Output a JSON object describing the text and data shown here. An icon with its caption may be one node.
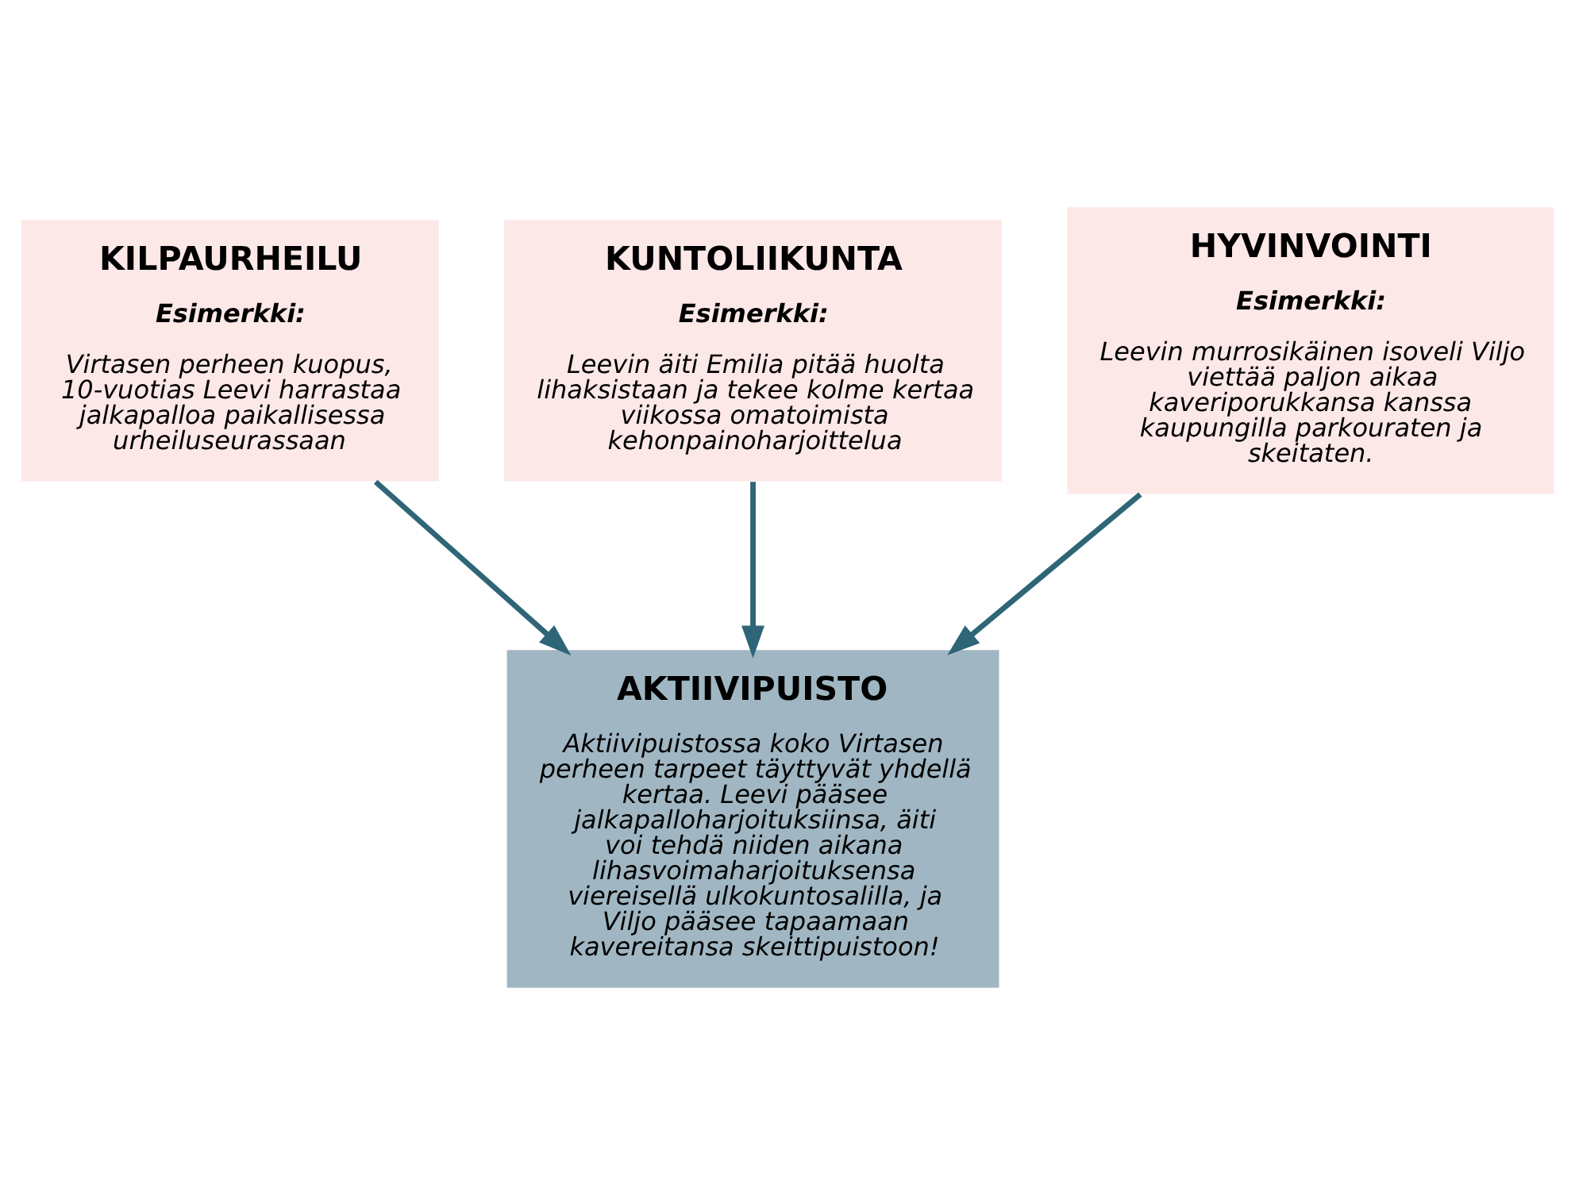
{
  "diagram": {
    "nodes": [
      {
        "text": [
          "KILPAURHEILU",
          "Esimerkki:",
          "Virtasen perheen kuopus, 10-vuotias Leevi harrastaa jalkapalloa paikallisessa urheiluseurassaan"
        ]
      },
      {
        "text": [
          "KUNTOLIIKUNTA",
          "Esimerkki:",
          "Leevin äiti Emilia pitää huolta lihaksistaan ja tekee kolme kertaa viikossa omatoimista kehonpainoharjoittelua"
        ]
      },
      {
        "text": [
          "HYVINVOINTI",
          "Esimerkki:",
          "Leevin murrosikäinen isoveli Viljo viettää paljon aikaa kaveriporukkansa kanssa kaupungilla parkouraten ja skeitaten."
        ]
      },
      {
        "text": [
          "AKTIIVIPUISTO",
          "Aktiivipuistossa koko Virtasen perheen tarpeet täyttyvät yhdellä kertaa. Leevi pääsee jalkapalloharjoituksiinsa, äiti voi tehdä niiden aikana lihasvoimaharjoituksensa viereisellä ulkokuntosalilla, ja Viljo pääsee tapaamaan kavereitansa skeittipuistoon!"
        ]
      }
    ],
    "edges": [
      {
        "from": 0,
        "to": 3,
        "arrow": "to"
      },
      {
        "from": 1,
        "to": 3,
        "arrow": "to"
      },
      {
        "from": 2,
        "to": 3,
        "arrow": "to"
      }
    ]
  }
}
